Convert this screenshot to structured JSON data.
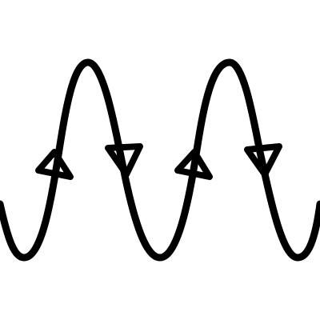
{
  "diagram": {
    "type": "sine-wave-with-direction-arrows",
    "colors": {
      "background": "#ffffff",
      "stroke": "#000000"
    },
    "wave": {
      "peaks": 2,
      "troughs": 3
    },
    "arrows": [
      {
        "name": "arrow-up-1",
        "direction": "up"
      },
      {
        "name": "arrow-down-1",
        "direction": "down"
      },
      {
        "name": "arrow-up-2",
        "direction": "up"
      },
      {
        "name": "arrow-down-2",
        "direction": "down"
      }
    ]
  }
}
